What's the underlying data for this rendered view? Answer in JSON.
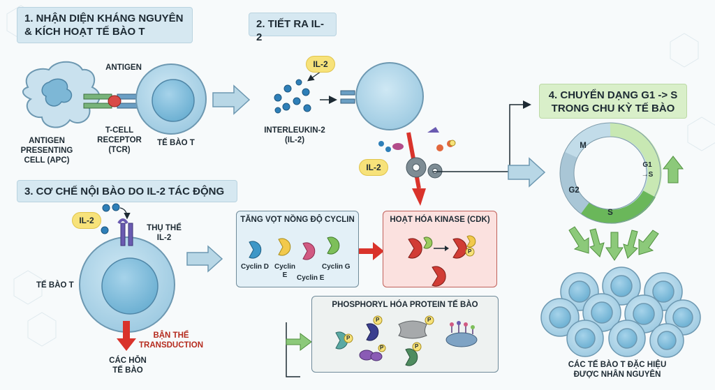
{
  "step1": {
    "line1": "1. NHẬN DIỆN KHÁNG NGUYÊN",
    "line2": "& KÍCH HOẠT TẾ BÀO T"
  },
  "step2": {
    "title": "2. TIẾT RA IL-2"
  },
  "step3": {
    "title": "3. CƠ CHẾ NỘI BÀO DO IL-2 TÁC ĐỘNG"
  },
  "step4": {
    "line1": "4. CHUYỂN DẠNG G1 -> S",
    "line2": "TRONG CHU KỲ TẾ BÀO"
  },
  "labels": {
    "antigen": "ANTIGEN",
    "apc1": "ANTIGEN",
    "apc2": "PRESENTING",
    "apc3": "CELL (APC)",
    "tcr1": "T-CELL",
    "tcr2": "RECEPTOR",
    "tcr3": "(TCR)",
    "tcell_top": "TẾ BÀO T",
    "il2_pill": "IL-2",
    "interleukin1": "INTERLEUKIN-2",
    "interleukin2": "(IL-2)",
    "receptor1": "THỤ THỂ",
    "receptor2": "IL-2",
    "tcell_bottom": "TẾ BÀO T",
    "transduction1": "BẬN THỂ",
    "transduction2": "TRANSDUCTION",
    "complex1": "CÁC HỖN",
    "complex2": "TẾ BÀO",
    "result1": "CÁC TẾ BÀO T ĐẶC HIỆU",
    "result2": "ĐƯỢC NHÂN NGUYÊN"
  },
  "panels": {
    "cyclin": {
      "title": "TĂNG VỌT NỒNG ĐỘ CYCLIN",
      "items": [
        "Cyclin D",
        "Cyclin",
        "E",
        "Cyclin E",
        "Cyclin G"
      ]
    },
    "kinase": {
      "title": "HOẠT HÓA KINASE (CDK)"
    },
    "phospho": {
      "title": "PHOSPHORYL HÓA PROTEIN TẾ BÀO"
    }
  },
  "cycle": {
    "M": "M",
    "G1a": "G1",
    "G1b": "→S",
    "G2": "G2",
    "S": "S"
  },
  "phospho_mark": "P",
  "colors": {
    "cell": "#a9d3e8",
    "nucleus": "#7fbcd9",
    "header": "#d6e8f1",
    "green_header": "#d9efc9",
    "red_arrow": "#d9332b",
    "blue_arrow": "#b8d7e6",
    "green_arrow": "#8cc97a"
  }
}
